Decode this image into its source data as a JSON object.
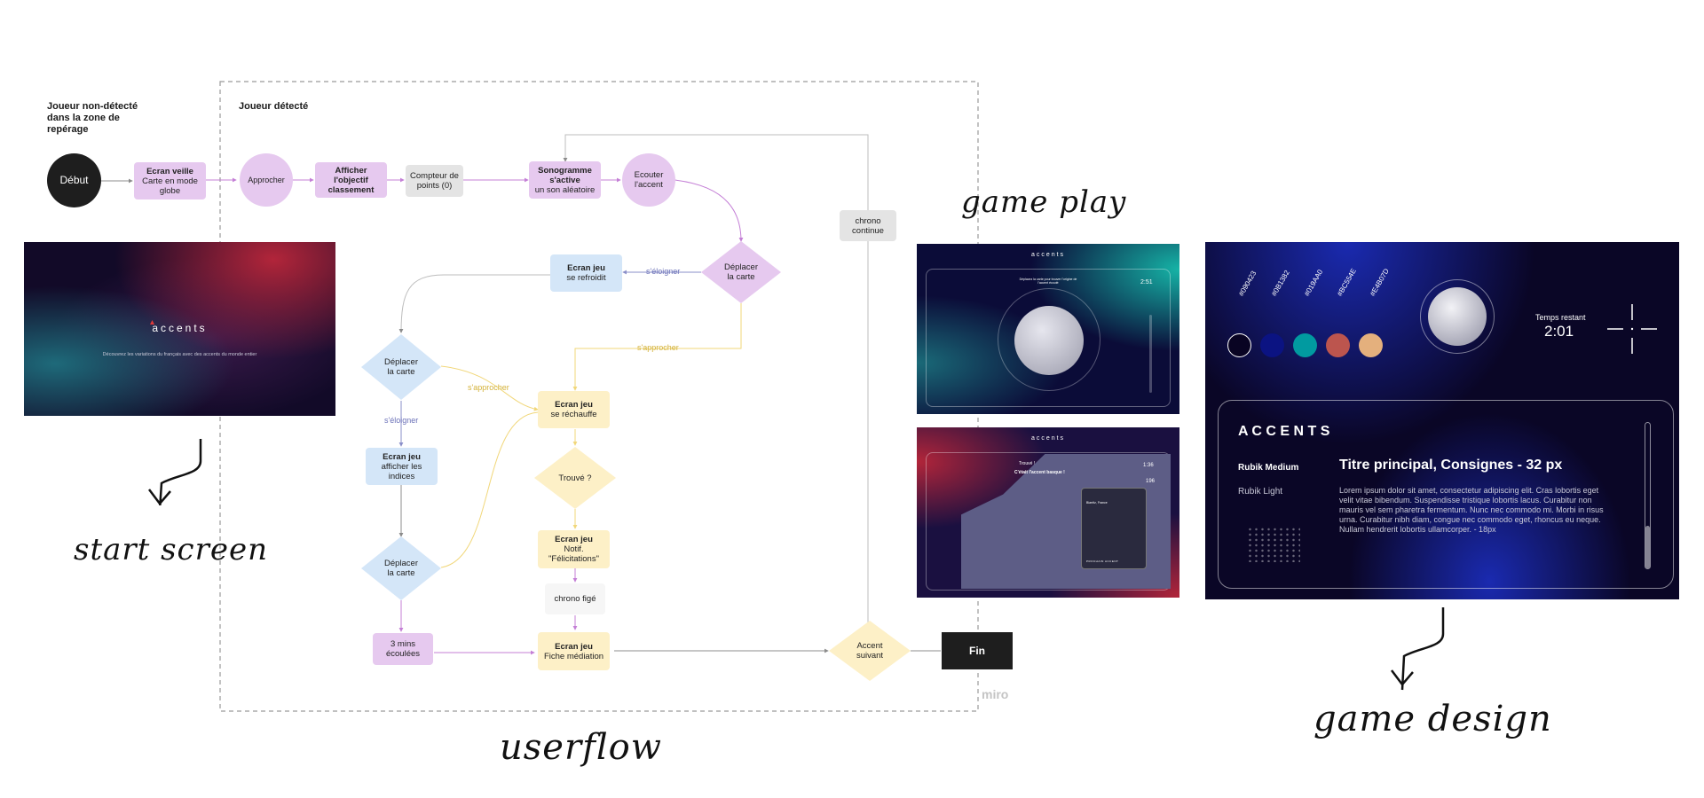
{
  "colors": {
    "purple": "#e6c9ef",
    "blue": "#d4e6f8",
    "yellow": "#fdf0c7",
    "gray": "#e4e4e4",
    "edge_purple": "#c47fd6",
    "edge_blue": "#8a8fc9",
    "edge_yellow": "#f1d77a",
    "edge_gray": "#9a9a9a"
  },
  "headers": {
    "undetected": "Joueur non-détecté dans la zone de repérage",
    "detected": "Joueur détecté"
  },
  "nodes": {
    "debut": "Début",
    "ecran_veille_title": "Ecran veille",
    "ecran_veille_sub": "Carte en mode globe",
    "approcher": "Approcher",
    "afficher_objectif": "Afficher l'objectif classement",
    "compteur": "Compteur de points (0)",
    "sonogramme_title": "Sonogramme s'active",
    "sonogramme_sub": "un son aléatoire",
    "ecouter": "Ecouter l'accent",
    "chrono_continue": "chrono continue",
    "deplacer_top": "Déplacer la carte",
    "refroidit_title": "Ecran jeu",
    "refroidit_sub": "se refroidit",
    "deplacer_left1": "Déplacer la carte",
    "rechauffe_title": "Ecran jeu",
    "rechauffe_sub": "se réchauffe",
    "indices_title": "Ecran jeu",
    "indices_sub": "afficher les indices",
    "trouve": "Trouvé ?",
    "felicitations_title": "Ecran jeu",
    "felicitations_sub": "Notif. \"Félicitations\"",
    "deplacer_left2": "Déplacer la carte",
    "chrono_fige": "chrono figé",
    "mins": "3 mins écoulées",
    "mediation_title": "Ecran jeu",
    "mediation_sub": "Fiche médiation",
    "accent_suivant": "Accent suivant",
    "fin": "Fin"
  },
  "edge_labels": {
    "eloigner1": "s'éloigner",
    "approcher1": "s'approcher",
    "approcher2": "s'approcher",
    "eloigner2": "s'éloigner"
  },
  "watermark": "miro",
  "captions": {
    "start": "start screen",
    "userflow": "userflow",
    "gameplay": "game play",
    "design": "game design"
  },
  "start_screen": {
    "logo": "accents",
    "tagline": "Découvrez les variations du français avec des accents du monde entier"
  },
  "gameplay1": {
    "logo": "accents",
    "instruction": "Déplacez la carte pour trouver l'origine de l'accent écouté",
    "timer": "2:51"
  },
  "gameplay2": {
    "logo": "accents",
    "title": "Trouvé !",
    "subtitle": "C'était l'accent basque !",
    "timer": "1:36",
    "score": "196",
    "card_place": "Biarritz, France",
    "card_button": "PROCHAIN ACCENT"
  },
  "design": {
    "swatches": [
      {
        "hex": "#090423",
        "color": "#090423"
      },
      {
        "hex": "#0B1382",
        "color": "#0B1382"
      },
      {
        "hex": "#019AA0",
        "color": "#019AA0"
      },
      {
        "hex": "#BC554E",
        "color": "#BC554E"
      },
      {
        "hex": "#E4B07D",
        "color": "#E4B07D"
      }
    ],
    "time_label": "Temps restant",
    "time_value": "2:01",
    "title": "A C C E N T S",
    "font1": "Rubik Medium",
    "font2": "Rubik Light",
    "heading": "Titre principal, Consignes - 32 px",
    "body": "Lorem ipsum dolor sit amet, consectetur adipiscing elit. Cras lobortis eget velit vitae bibendum. Suspendisse tristique lobortis lacus. Curabitur non mauris vel sem pharetra fermentum. Nunc nec commodo mi. Morbi in risus urna. Curabitur nibh diam, congue nec commodo eget, rhoncus eu neque. Nullam hendrerit lobortis ullamcorper. - 18px"
  }
}
